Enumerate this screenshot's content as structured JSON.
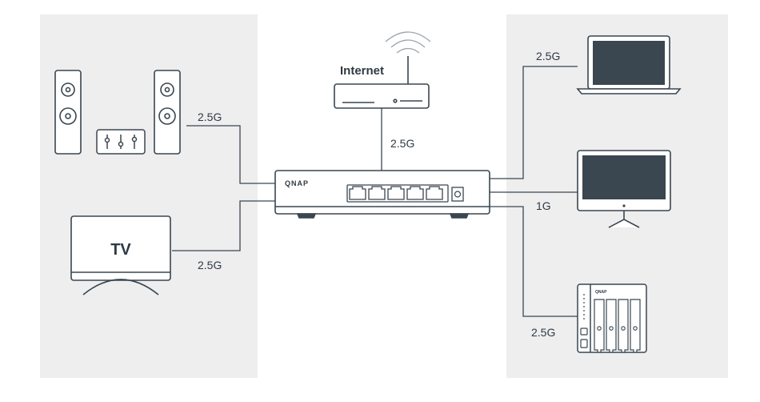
{
  "internet_label": "Internet",
  "switch_brand": "QNAP",
  "nas_brand": "QNAP",
  "tv_label": "TV",
  "links": {
    "speakers": "2.5G",
    "tv": "2.5G",
    "router": "2.5G",
    "laptop": "2.5G",
    "monitor": "1G",
    "nas": "2.5G"
  },
  "colors": {
    "panel": "#eeeeef",
    "line": "#3a4650"
  }
}
